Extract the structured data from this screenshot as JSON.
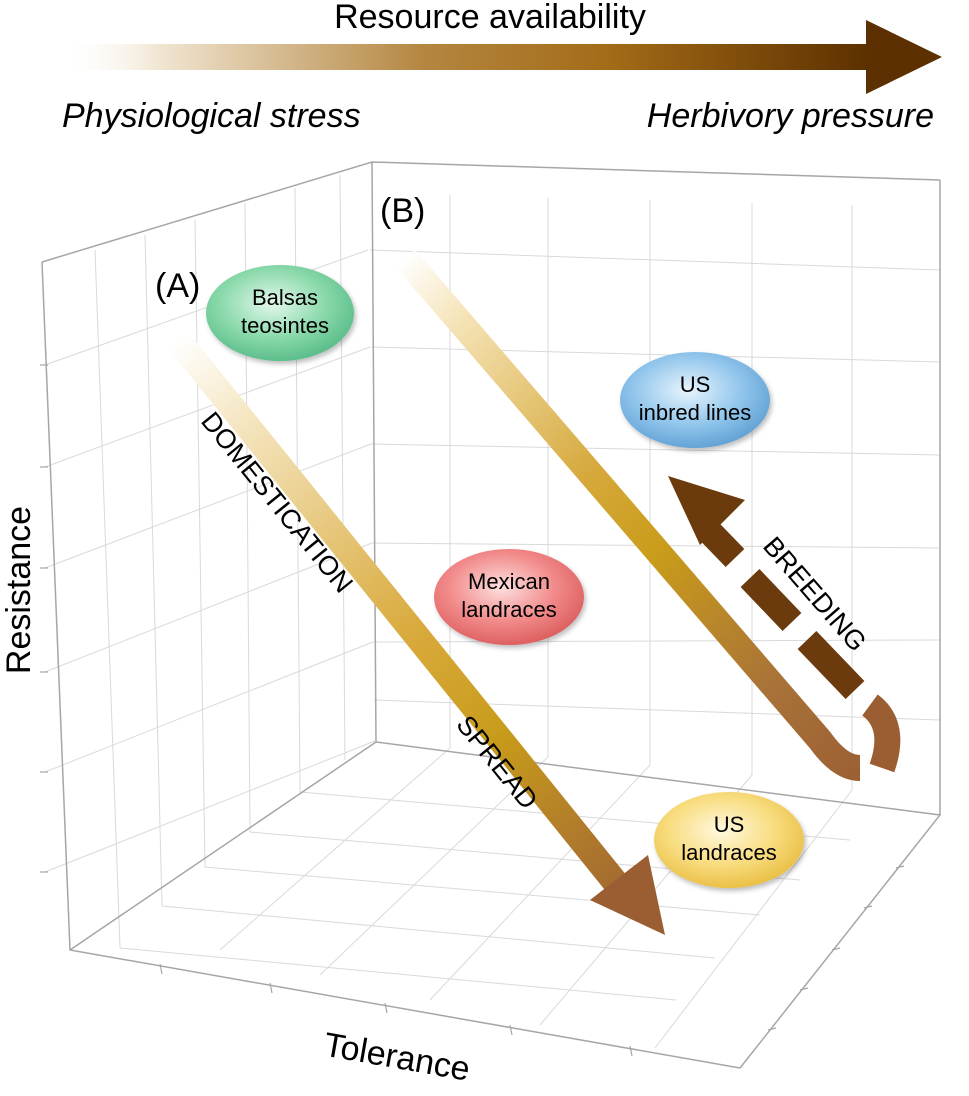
{
  "header": {
    "gradient_label": "Resource availability",
    "left_label": "Physiological stress",
    "right_label": "Herbivory pressure"
  },
  "axes": {
    "y_label": "Resistance",
    "x_label": "Tolerance"
  },
  "panels": {
    "a_label": "(A)",
    "b_label": "(B)"
  },
  "arrows": {
    "domestication": "DOMESTICATION",
    "spread": "SPREAD",
    "breeding": "BREEDING"
  },
  "groups": [
    {
      "id": "balsas",
      "line1": "Balsas",
      "line2": "teosintes",
      "color": "#7fd6a6"
    },
    {
      "id": "us-inbred",
      "line1": "US",
      "line2": "inbred lines",
      "color": "#8ec3ea"
    },
    {
      "id": "mexican",
      "line1": "Mexican",
      "line2": "landraces",
      "color": "#f17f7f"
    },
    {
      "id": "us-landraces",
      "line1": "US",
      "line2": "landraces",
      "color": "#f7dc78"
    }
  ],
  "colors": {
    "gradient_dark": "#5c3000",
    "gradient_mid": "#a36b17",
    "arrow_gold": "#cf9d18",
    "arrow_brown": "#9a5e32",
    "breeding_brown": "#6b3a0d"
  }
}
